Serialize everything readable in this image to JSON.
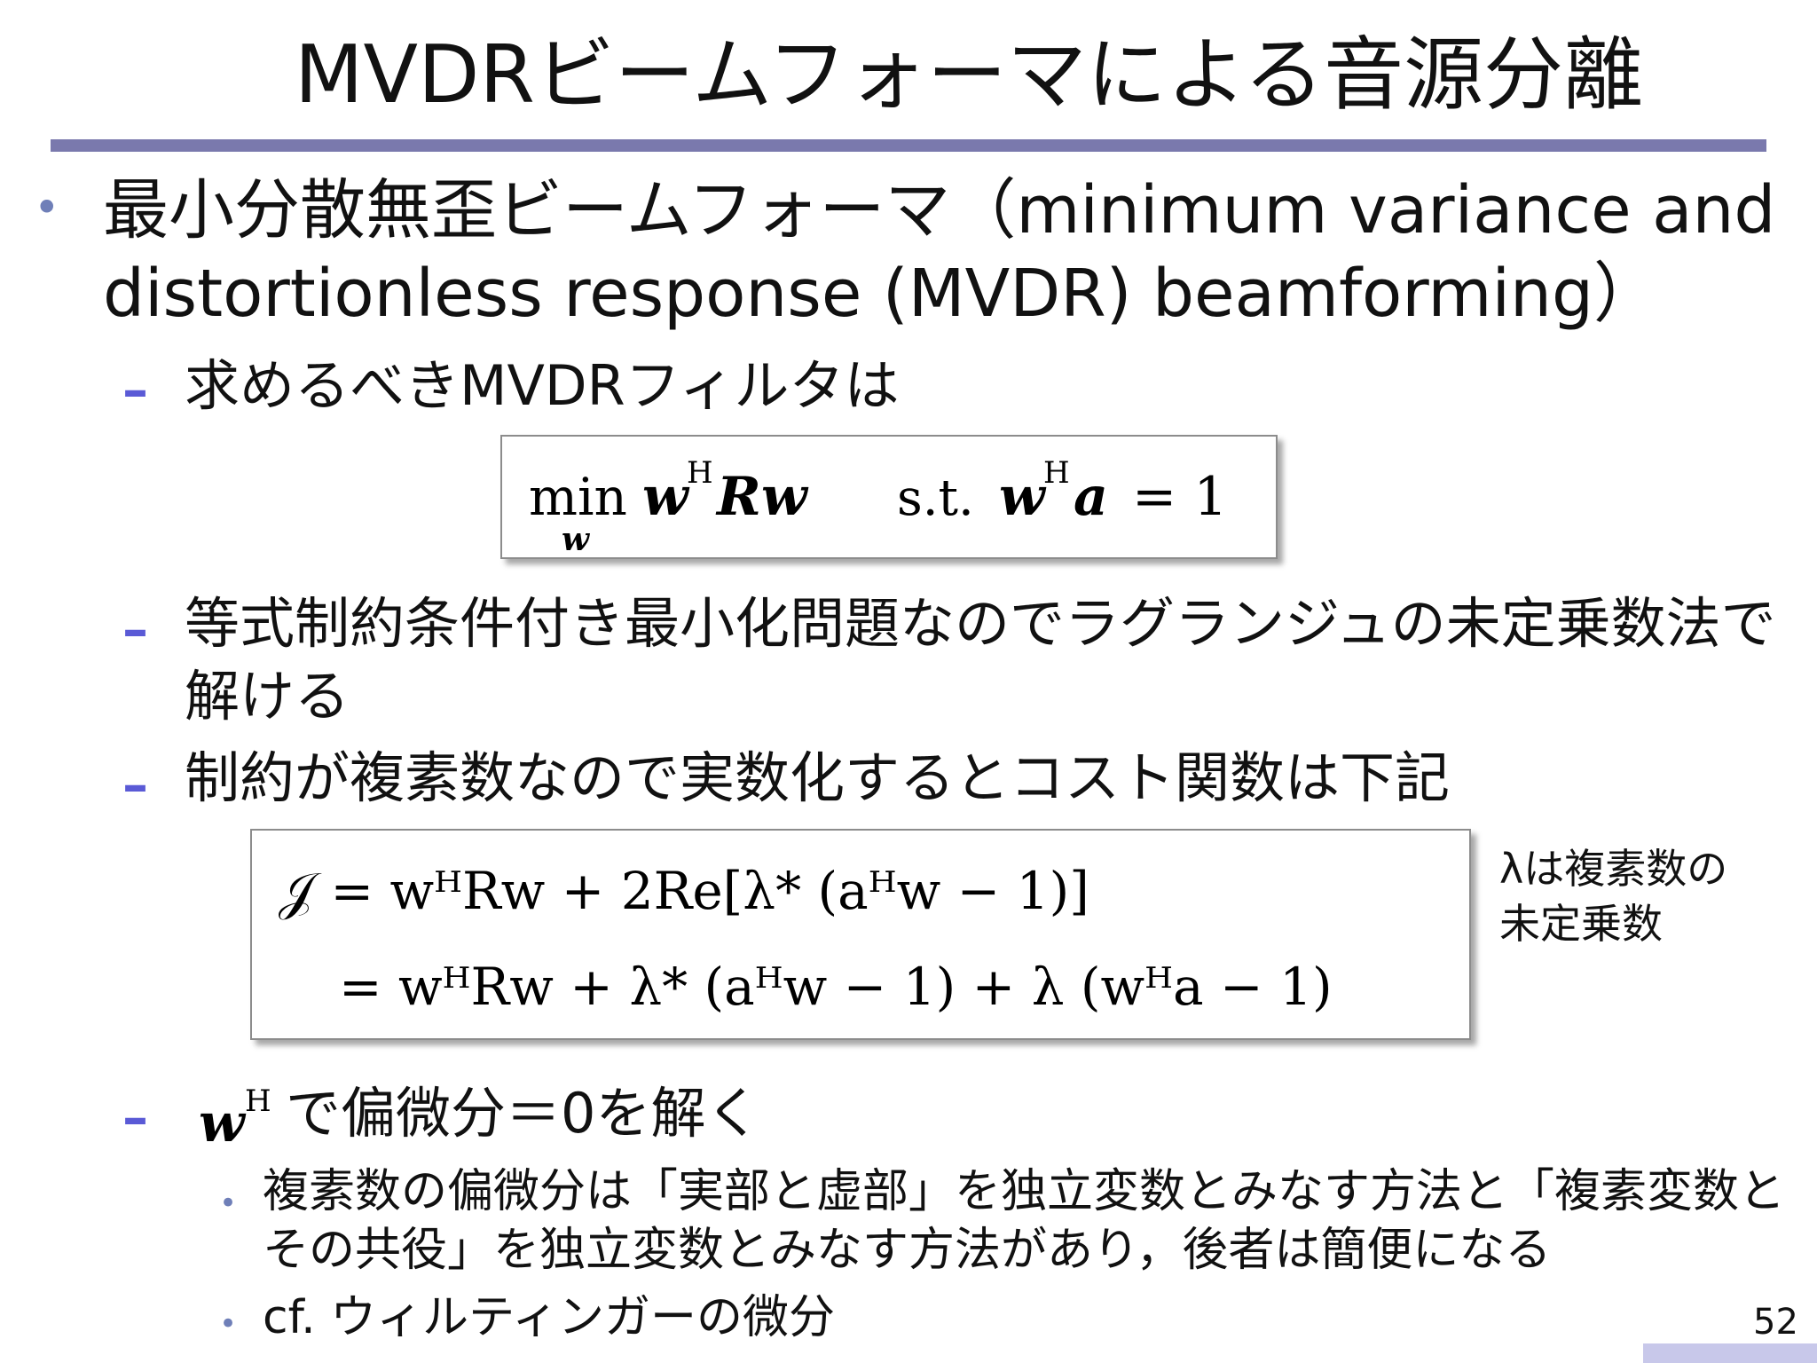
{
  "slide": {
    "title": "MVDRビームフォーマによる音源分離",
    "page_number": "52"
  },
  "bullet1": {
    "text": "最小分散無歪ビームフォーマ（minimum variance and distortionless response (MVDR) beamforming）"
  },
  "sub1": {
    "text": "求めるべきMVDRフィルタは"
  },
  "eq1": {
    "min": "min",
    "subscript": "w",
    "lhs": "w",
    "H": "H",
    "R": "R",
    "w2": "w",
    "st": "s.t.",
    "rhs": "w",
    "a": "a",
    "eq": "= 1"
  },
  "sub2": {
    "text": "等式制約条件付き最小化問題なのでラグランジュの未定乗数法で解ける"
  },
  "sub3": {
    "text": "制約が複素数なので実数化するとコスト関数は下記"
  },
  "eq2": {
    "line1": "𝒥 = wᴴRw + 2Re[λ* (aᴴw − 1)]",
    "line2": "= wᴴRw + λ* (aᴴw − 1) + λ (wᴴa − 1)"
  },
  "lambda_note": {
    "line1": "λは複素数の",
    "line2": "未定乗数"
  },
  "sub4": {
    "math": "wᴴ",
    "text": "で偏微分＝0を解く"
  },
  "subsub1": {
    "text": "複素数の偏微分は「実部と虚部」を独立変数とみなす方法と「複素変数とその共役」を独立変数とみなす方法があり，後者は簡便になる"
  },
  "subsub2": {
    "text": "cf. ウィルティンガーの微分"
  }
}
